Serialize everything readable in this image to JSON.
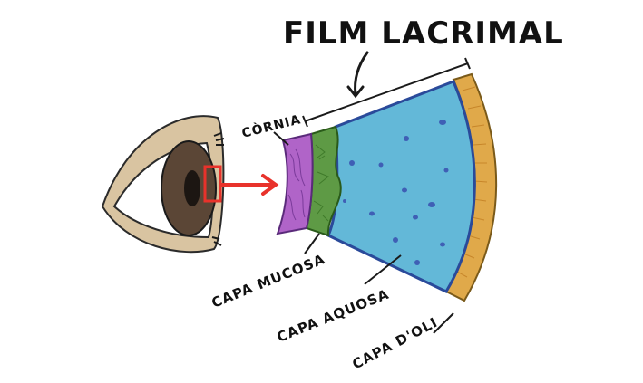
{
  "labels": {
    "title": "FILM LACRIMAL",
    "cornea": "CÒRNIA",
    "mucus": "CAPA MUCOSA",
    "aqueous": "CAPA AQUOSA",
    "oil": "CAPA D'OLI"
  },
  "colors": {
    "skin": "#d9c4a1",
    "iris": "#5b4636",
    "pupil": "#1c1612",
    "highlight_box": "#e8322b",
    "cornea": "#b064c8",
    "mucus": "#5e9a45",
    "aqueous": "#63b8d8",
    "aqueous_dots": "#3f5fb5",
    "outline": "#2a4a9a",
    "oil": "#e0a94a"
  }
}
